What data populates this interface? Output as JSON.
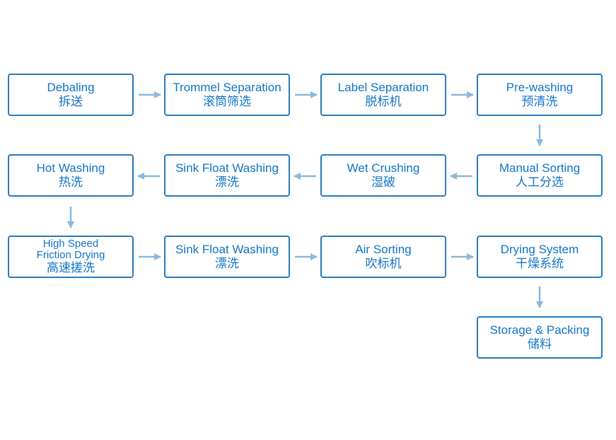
{
  "steps": [
    {
      "en": "Debaling",
      "zh": "拆送"
    },
    {
      "en": "Trommel Separation",
      "zh": "滚筒筛选"
    },
    {
      "en": "Label Separation",
      "zh": "脱标机"
    },
    {
      "en": "Pre-washing",
      "zh": "预清洗"
    },
    {
      "en": "Manual Sorting",
      "zh": "人工分选"
    },
    {
      "en": "Wet Crushing",
      "zh": "湿破"
    },
    {
      "en": "Sink Float Washing",
      "zh": "漂洗"
    },
    {
      "en": "Hot Washing",
      "zh": "热洗"
    },
    {
      "en_line1": "High Speed",
      "en_line2": "Friction Drying",
      "zh": "高速搓洗"
    },
    {
      "en": "Sink Float Washing",
      "zh": "漂洗"
    },
    {
      "en": "Air Sorting",
      "zh": "吹标机"
    },
    {
      "en": "Drying System",
      "zh": "干燥系统"
    },
    {
      "en": "Storage & Packing",
      "zh": "储料"
    }
  ],
  "colors": {
    "border": "#2d7fc1",
    "text": "#1677c8",
    "arrow": "#8cb8de"
  }
}
